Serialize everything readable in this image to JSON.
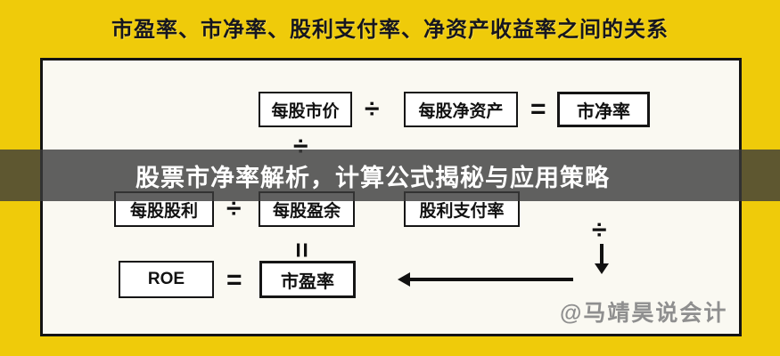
{
  "title": "市盈率、市净率、股利支付率、净资产收益率之间的关系",
  "overlay_banner": {
    "text": "股票市净率解析，计算公式揭秘与应用策略"
  },
  "watermark": {
    "text": "@马靖昊说会计"
  },
  "diagram": {
    "nodes": {
      "price_per_share": "每股市价",
      "net_asset_per_share": "每股净资产",
      "pb_ratio": "市净率",
      "dividend_per_share": "每股股利",
      "earnings_per_share": "每股盈余",
      "dividend_payout_ratio": "股利支付率",
      "roe": "ROE",
      "pe_ratio": "市盈率"
    },
    "operators": {
      "divide": "÷",
      "equals": "="
    },
    "relations": [
      "每股市价 ÷ 每股净资产 = 市净率",
      "每股股利 ÷ 每股盈余 = 股利支付率",
      "每股市价 ÷ 每股盈余 = 市盈率",
      "ROE = 市盈率 (由 市净率 经箭头推导)"
    ]
  },
  "colors": {
    "background": "#EFCB0A",
    "panel": "#FAF9F2",
    "banner_overlay": "rgba(58,58,58,0.80)",
    "banner_text": "#FFFFFF",
    "title_text": "#16161E",
    "box_border": "#151515",
    "watermark_text": "#8F8F8F"
  }
}
